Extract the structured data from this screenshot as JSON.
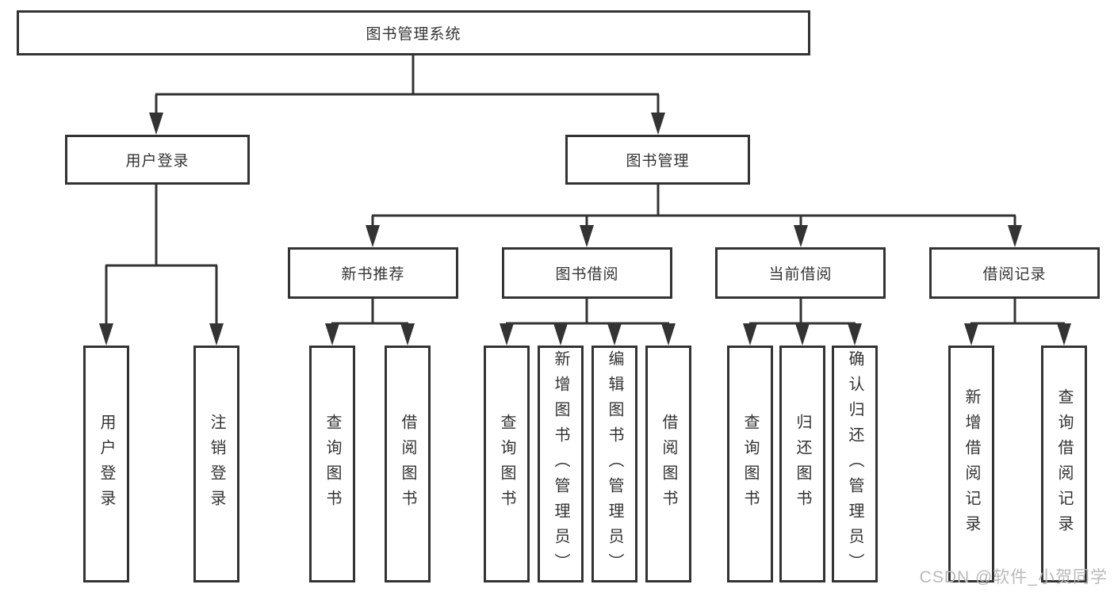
{
  "diagram": {
    "type": "hierarchy-diagram",
    "colors": {
      "line": "#333333",
      "border": "#333333",
      "text": "#333333",
      "background": "#ffffff",
      "watermark": "#b9b9b9"
    },
    "tree": {
      "label": "图书管理系统",
      "children": [
        {
          "label": "用户登录",
          "children": [
            {
              "label": "用户登录"
            },
            {
              "label": "注销登录"
            }
          ]
        },
        {
          "label": "图书管理",
          "children": [
            {
              "label": "新书推荐",
              "children": [
                {
                  "label": "查询图书"
                },
                {
                  "label": "借阅图书"
                }
              ]
            },
            {
              "label": "图书借阅",
              "children": [
                {
                  "label": "查询图书"
                },
                {
                  "label": "新增图书（管理员）"
                },
                {
                  "label": "编辑图书（管理员）"
                },
                {
                  "label": "借阅图书"
                }
              ]
            },
            {
              "label": "当前借阅",
              "children": [
                {
                  "label": "查询图书"
                },
                {
                  "label": "归还图书"
                },
                {
                  "label": "确认归还（管理员）"
                }
              ]
            },
            {
              "label": "借阅记录",
              "children": [
                {
                  "label": "新增借阅记录"
                },
                {
                  "label": "查询借阅记录"
                }
              ]
            }
          ]
        }
      ]
    },
    "watermark": {
      "text": "CSDN @软件_小贺同学"
    }
  }
}
